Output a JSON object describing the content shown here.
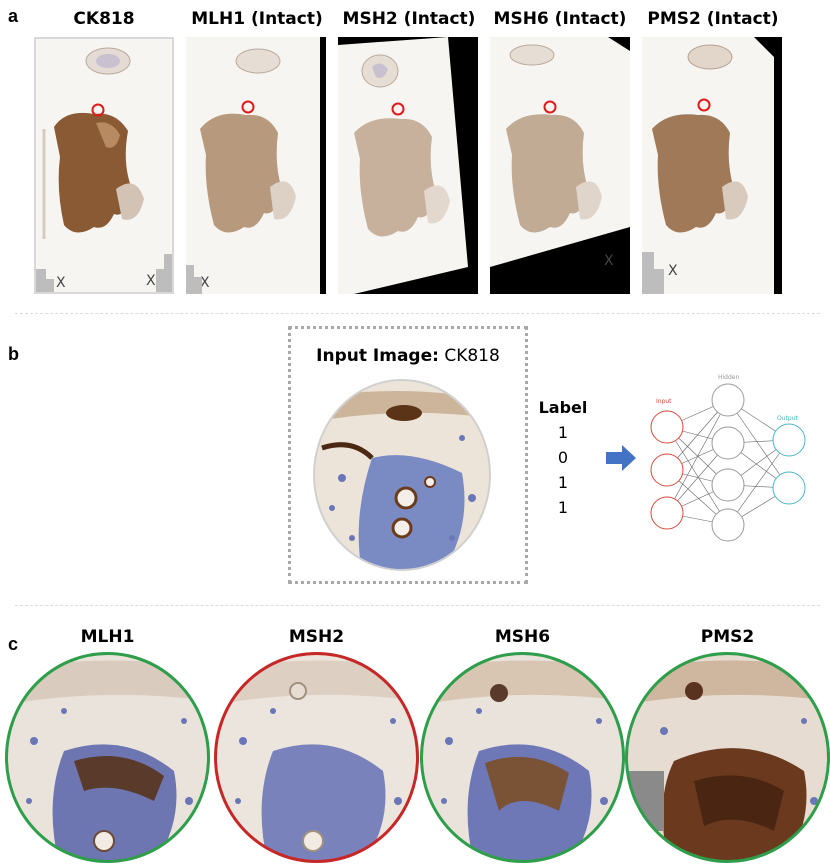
{
  "panel_a": {
    "letter": "a",
    "slides": [
      {
        "title": "CK818",
        "stain": "strong",
        "marks": "X X"
      },
      {
        "title": "MLH1 (Intact)",
        "stain": "moderate",
        "marks": "X"
      },
      {
        "title": "MSH2 (Intact)",
        "stain": "light",
        "marks": ""
      },
      {
        "title": "MSH6 (Intact)",
        "stain": "light",
        "marks": "X"
      },
      {
        "title": "PMS2 (Intact)",
        "stain": "moderate",
        "marks": "X"
      }
    ],
    "roi_color": "#e01a1a"
  },
  "panel_b": {
    "letter": "b",
    "input_label_bold": "Input Image:",
    "input_label_value": "CK818",
    "label_header": "Label",
    "labels": [
      "1",
      "0",
      "1",
      "1"
    ],
    "network": {
      "input_label": "Input",
      "hidden_label": "Hidden",
      "output_label": "Output",
      "input_color": "#d94a3a",
      "hidden_color": "#9a9a9a",
      "output_color": "#4fb3c8"
    },
    "arrow_color": "#4472c4"
  },
  "panel_c": {
    "letter": "c",
    "tiles": [
      {
        "title": "MLH1",
        "border": "#2e9e4a"
      },
      {
        "title": "MSH2",
        "border": "#c62828"
      },
      {
        "title": "MSH6",
        "border": "#2e9e4a"
      },
      {
        "title": "PMS2",
        "border": "#2e9e4a"
      }
    ]
  }
}
